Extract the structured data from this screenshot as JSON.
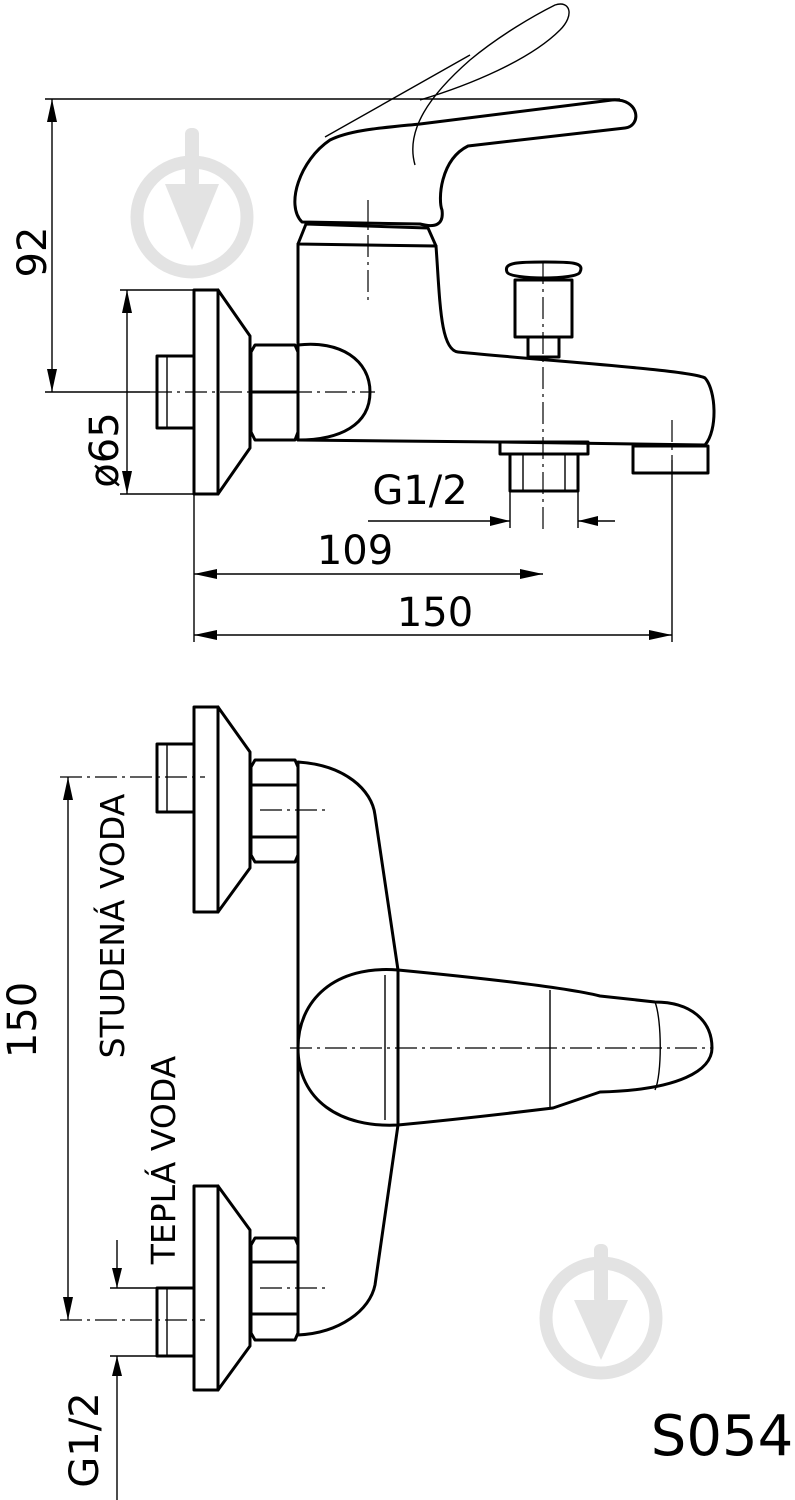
{
  "dimensions": {
    "height": "92",
    "flange_diameter": "ø65",
    "outlet_thread": "G1/2",
    "spout_to_outlet": "109",
    "overall_width": "150",
    "connection_spacing": "150",
    "inlet_thread": "G1/2"
  },
  "labels": {
    "cold_water": "STUDENÁ VODA",
    "hot_water": "TEPLÁ VODA"
  },
  "model_code": "S054",
  "watermark_icon": "drop-arrow-logo-icon",
  "colors": {
    "line": "#000000",
    "watermark": "#e3e3e3"
  }
}
